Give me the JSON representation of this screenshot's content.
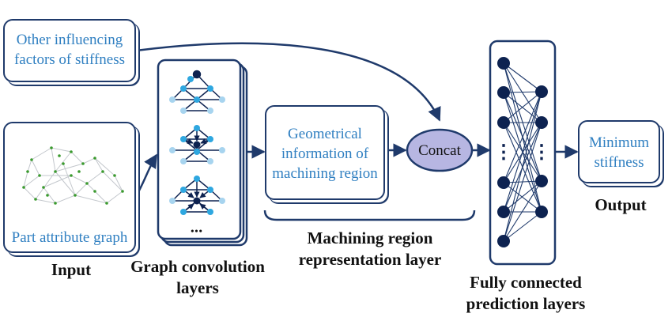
{
  "boxes": {
    "other_factors": [
      "Other influencing",
      "factors of stiffness"
    ],
    "input_graph": "Part attribute graph",
    "geometrical": [
      "Geometrical",
      "information of",
      "machining region"
    ],
    "concat": "Concat",
    "output": [
      "Minimum",
      "stiffness"
    ]
  },
  "captions": {
    "input": "Input",
    "graph_conv": [
      "Graph convolution",
      "layers"
    ],
    "machining": [
      "Machining region",
      "representation layer"
    ],
    "output": "Output",
    "fully_connected": [
      "Fully connected",
      "prediction layers"
    ]
  },
  "symbols": {
    "ellipsis": "•••",
    "vdots": "⋮"
  },
  "colors": {
    "navy": "#1f3a6b",
    "node_dark": "#0d2250",
    "node_cyan": "#2ea7e0",
    "node_light": "#a7d4ef",
    "text_blue": "#2f7fc1",
    "concat_fill": "#b7b6e2"
  }
}
